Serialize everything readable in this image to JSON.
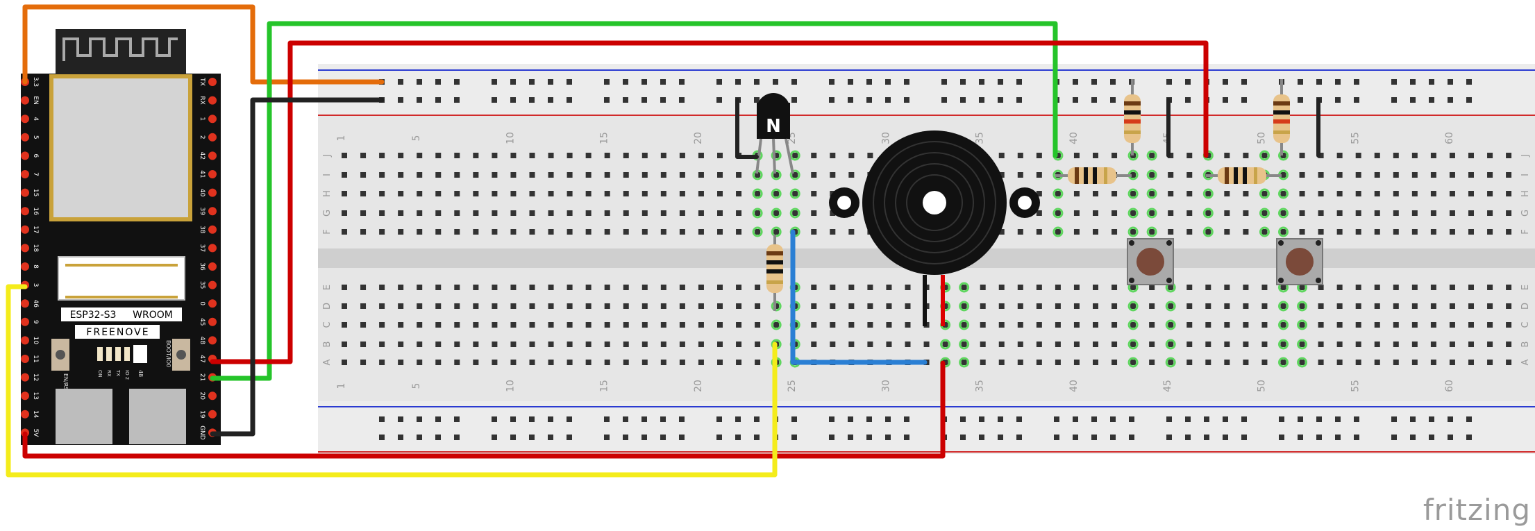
{
  "module": {
    "chip_labels": [
      "ESP32-S3",
      "WROOM"
    ],
    "brand_label": "FREENOVE",
    "button_left_label": "EN/RST",
    "button_right_label": "BOOT/IO0",
    "led_labels": [
      "ON",
      "RX",
      "TX",
      "IO 2"
    ],
    "small_label": "48",
    "left_pins": [
      "3.3",
      "EN",
      "4",
      "5",
      "6",
      "7",
      "15",
      "16",
      "17",
      "18",
      "8",
      "3",
      "46",
      "9",
      "10",
      "11",
      "12",
      "13",
      "14",
      "5V"
    ],
    "right_pins": [
      "TX",
      "RX",
      "1",
      "2",
      "42",
      "41",
      "40",
      "39",
      "38",
      "37",
      "36",
      "35",
      "0",
      "45",
      "48",
      "47",
      "21",
      "20",
      "19",
      "GND"
    ]
  },
  "breadboard": {
    "column_numbers": [
      "5",
      "10",
      "15",
      "20",
      "25",
      "30",
      "35",
      "40",
      "45",
      "50",
      "55",
      "60"
    ],
    "row_letters_top": [
      "J",
      "I",
      "H",
      "G",
      "F"
    ],
    "row_letters_bottom": [
      "E",
      "D",
      "C",
      "B",
      "A"
    ],
    "first_column_label": "1"
  },
  "transistor_label": "N",
  "watermark": "fritzing",
  "colors": {
    "wire_orange": "#e46c0a",
    "wire_green": "#25c42a",
    "wire_red": "#cc0000",
    "wire_black": "#222222",
    "wire_yellow": "#f4ec1b",
    "wire_blue": "#2a7fd4",
    "board_black": "#111111",
    "pin_red": "#e0321e",
    "breadboard_bg": "#dcdcdc",
    "rail_blue": "#2b3bd1",
    "rail_red": "#d12b2b",
    "highlight": "#5fd65f"
  }
}
